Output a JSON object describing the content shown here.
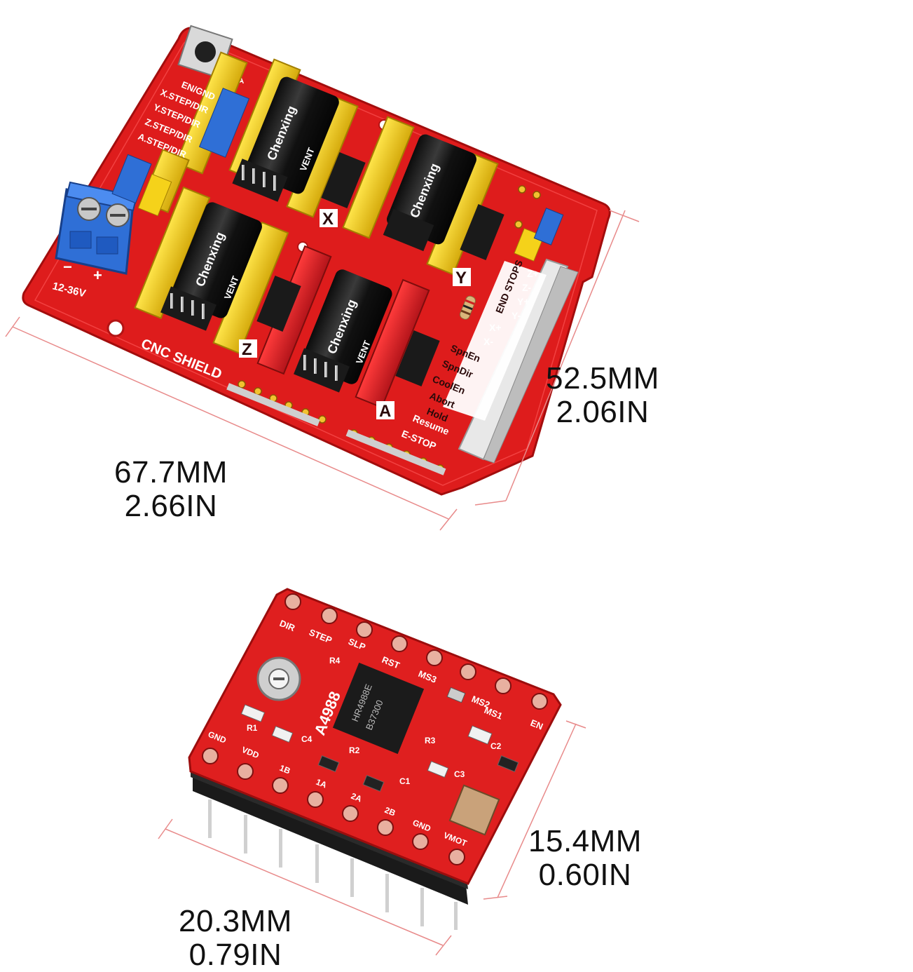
{
  "dimensions": {
    "shield_height_mm": "52.5MM",
    "shield_height_in": "2.06IN",
    "shield_width_mm": "67.7MM",
    "shield_width_in": "2.66IN",
    "driver_height_mm": "15.4MM",
    "driver_height_in": "0.60IN",
    "driver_width_mm": "20.3MM",
    "driver_width_in": "0.79IN"
  },
  "shield": {
    "board_name": "CNC SHIELD",
    "voltage": "12-36V",
    "terminal_minus": "−",
    "terminal_plus": "+",
    "axis_x": "X",
    "axis_y": "Y",
    "axis_z": "Z",
    "axis_a": "A",
    "header_labels": [
      "EN/GND",
      "X.STEP/DIR",
      "Y.STEP/DIR",
      "Z.STEP/DIR",
      "A.STEP/DIR"
    ],
    "end_stops": "END STOPS",
    "endstop_labels": [
      "Z+",
      "Z-",
      "Y+",
      "Y-",
      "X+",
      "X-"
    ],
    "control_labels": [
      "SpnEn",
      "SpnDir",
      "CoolEn",
      "Abort",
      "Hold",
      "Resume",
      "E-STOP"
    ],
    "capacitor_text": "Chenxing",
    "capacitor_vent": "VENT",
    "rst_label": "RST"
  },
  "driver": {
    "chip_name": "A4988",
    "chip_marking_1": "HR4988E",
    "chip_marking_2": "B37300",
    "pin_labels_top": [
      "DIR",
      "STEP",
      "SLP",
      "RST",
      "MS3",
      "MS2",
      "MS1",
      "EN"
    ],
    "pin_labels_bottom": [
      "GND",
      "VDD",
      "1B",
      "1A",
      "2A",
      "2B",
      "GND",
      "VMOT"
    ],
    "component_labels": [
      "R4",
      "R1",
      "C4",
      "R2",
      "C1",
      "R3",
      "C3",
      "C2"
    ]
  },
  "colors": {
    "pcb_red": "#e01e1e",
    "header_yellow": "#f5d21a",
    "header_red": "#e8222a",
    "capacitor_black": "#1b1b1b",
    "pin_silver": "#c9c9c9",
    "terminal_blue": "#2f6fd6"
  }
}
